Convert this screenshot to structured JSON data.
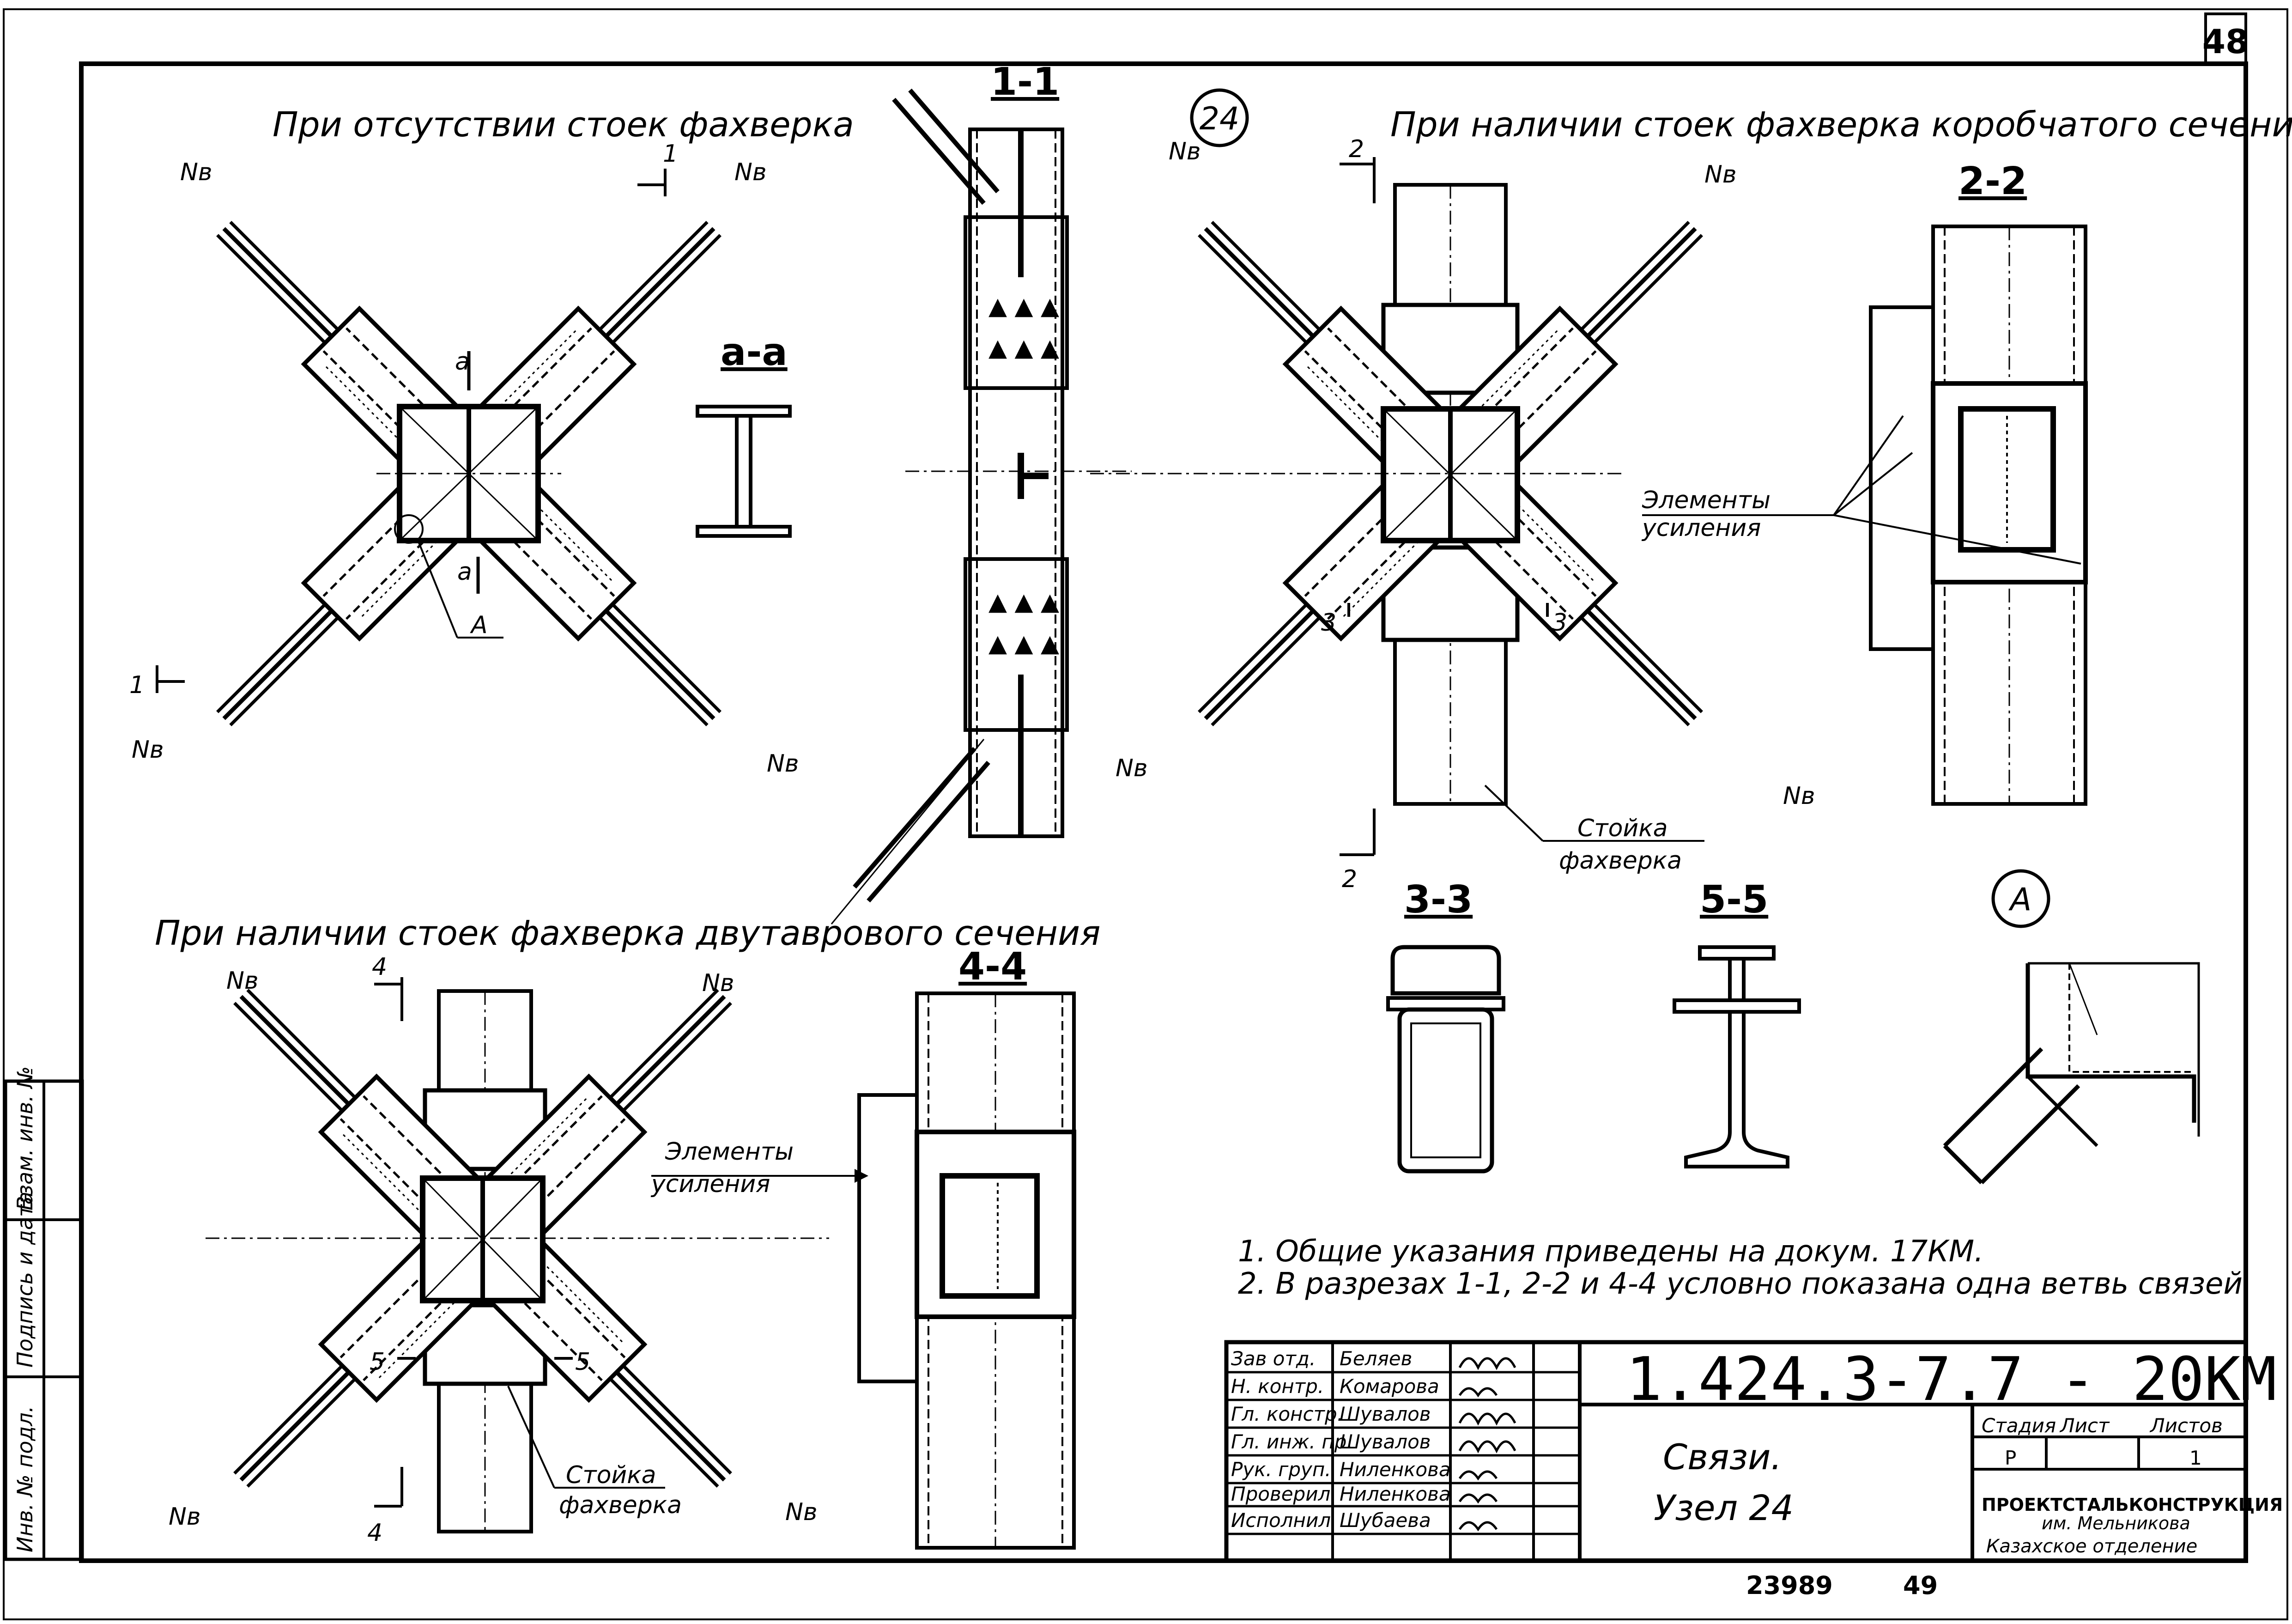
{
  "sheet_number": "48",
  "views": {
    "no_posts_title": "При отсутствии стоек фахверка",
    "box_posts_title": "При наличии стоек фахверка коробчатого сечения",
    "ibeam_posts_title": "При наличии стоек фахверка двутаврового сечения"
  },
  "node_badge": "24",
  "detail_badge": "А",
  "sections": {
    "a_a": "а-а",
    "s1_1": "1-1",
    "s2_2": "2-2",
    "s3_3": "3-3",
    "s4_4": "4-4",
    "s5_5": "5-5"
  },
  "cut_marks": {
    "one": "1",
    "two": "2",
    "three": "3",
    "four": "4",
    "five": "5",
    "a": "а",
    "detail": "А"
  },
  "force_label": "Nв",
  "callouts": {
    "reinforcement_line1": "Элементы",
    "reinforcement_line2": "усиления",
    "post_line1": "Стойка",
    "post_line2": "фахверка"
  },
  "notes": [
    "1. Общие указания приведены на докум. 17КМ.",
    "2. В разрезах 1-1, 2-2 и 4-4 условно показана одна ветвь связей."
  ],
  "side_stamp": {
    "inv_orig": "Инв. № подл.",
    "sign_date": "Подпись и дата",
    "inv_replace": "Взам. инв. №"
  },
  "title_block": {
    "doc_code": "1.424.3-7.7 - 20КМ",
    "title_line1": "Связи.",
    "title_line2": "Узел 24",
    "stage_header": "Стадия",
    "sheet_header": "Лист",
    "sheets_header": "Листов",
    "stage_value": "Р",
    "sheet_value": "",
    "sheets_value": "1",
    "org_line1": "ПРОЕКТСТАЛЬКОНСТРУКЦИЯ",
    "org_line2": "им. Мельникова",
    "org_line3": "Казахское отделение",
    "rows": [
      {
        "role": "Зав отд.",
        "name": "Беляев"
      },
      {
        "role": "Н. контр.",
        "name": "Комарова"
      },
      {
        "role": "Гл. констр.",
        "name": "Шувалов"
      },
      {
        "role": "Гл. инж. пр.",
        "name": "Шувалов"
      },
      {
        "role": "Рук. груп.",
        "name": "Ниленкова"
      },
      {
        "role": "Проверил",
        "name": "Ниленкова"
      },
      {
        "role": "Исполнил",
        "name": "Шубаева"
      }
    ]
  },
  "bottom_numbers": {
    "archive": "23989",
    "page": "49"
  }
}
